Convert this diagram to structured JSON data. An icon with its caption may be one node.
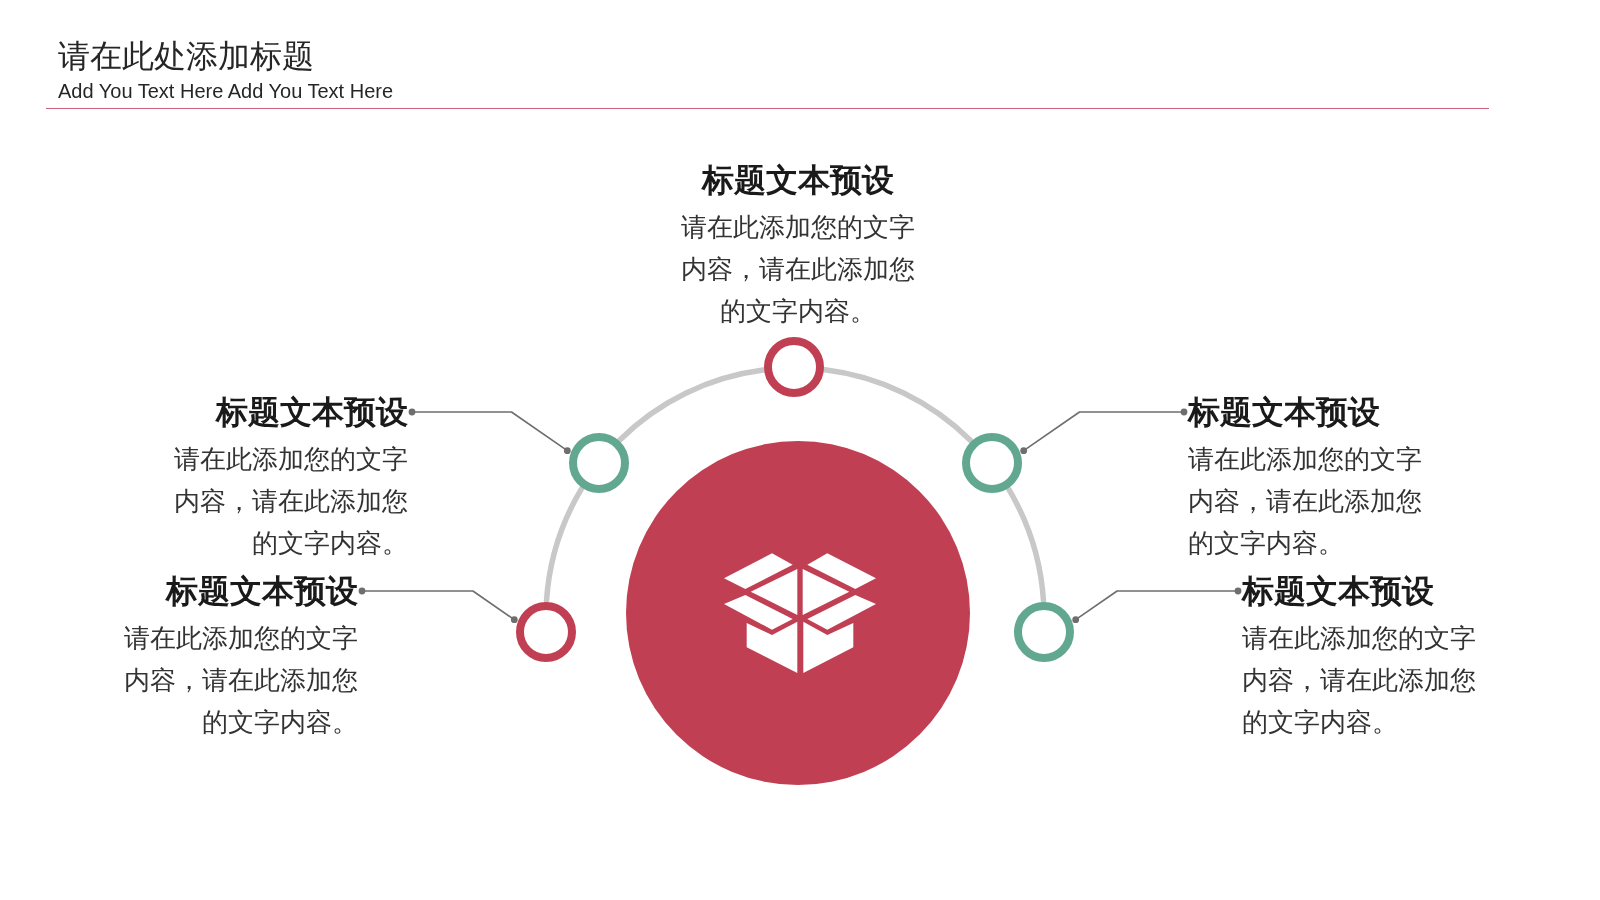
{
  "diagram": {
    "title": "请在此处添加标题",
    "nodes": [
      {
        "text": [],
        "shape": "circle",
        "beside": [
          "标题文本预设",
          "请在此添加您的文字内容，请在此添加您的文字内容。"
        ]
      },
      {
        "text": [
          "标题文本预设",
          "请在此添加您的文字内容，请在此添加您的文字内容。"
        ]
      },
      {
        "text": [
          "标题文本预设",
          "请在此添加您的文字内容，请在此添加您的文字内容。"
        ]
      },
      {
        "text": [],
        "shape": "circle"
      },
      {
        "text": [],
        "shape": "circle"
      },
      {
        "text": [],
        "shape": "circle"
      },
      {
        "text": [
          "标题文本预设",
          "请在此添加您的文字内容，请在此添加您的文字内容。"
        ]
      },
      {
        "text": [
          "标题文本预设",
          "请在此添加您的文字内容，请在此添加您的文字内容。"
        ]
      },
      {
        "text": [],
        "shape": "circle"
      },
      {
        "text": [],
        "shape": "circle"
      }
    ],
    "edges": [
      {
        "from": 1,
        "to": 3,
        "arrow": "other"
      },
      {
        "from": 2,
        "to": 4,
        "arrow": "other"
      },
      {
        "from": 6,
        "to": 8,
        "arrow": "other"
      },
      {
        "from": 7,
        "to": 9,
        "arrow": "other"
      },
      {
        "from": 8,
        "to": 3,
        "arrow": "none",
        "style": "thick",
        "color": "#c8c8c8"
      },
      {
        "from": 3,
        "to": 0,
        "arrow": "none",
        "style": "thick",
        "color": "#c8c8c8"
      },
      {
        "from": 0,
        "to": 4,
        "arrow": "none",
        "style": "thick",
        "color": "#c8c8c8"
      },
      {
        "from": 4,
        "to": 9,
        "arrow": "none",
        "style": "thick",
        "color": "#c8c8c8"
      }
    ],
    "labels": [
      "Add You Text Here Add You Text Here"
    ]
  }
}
